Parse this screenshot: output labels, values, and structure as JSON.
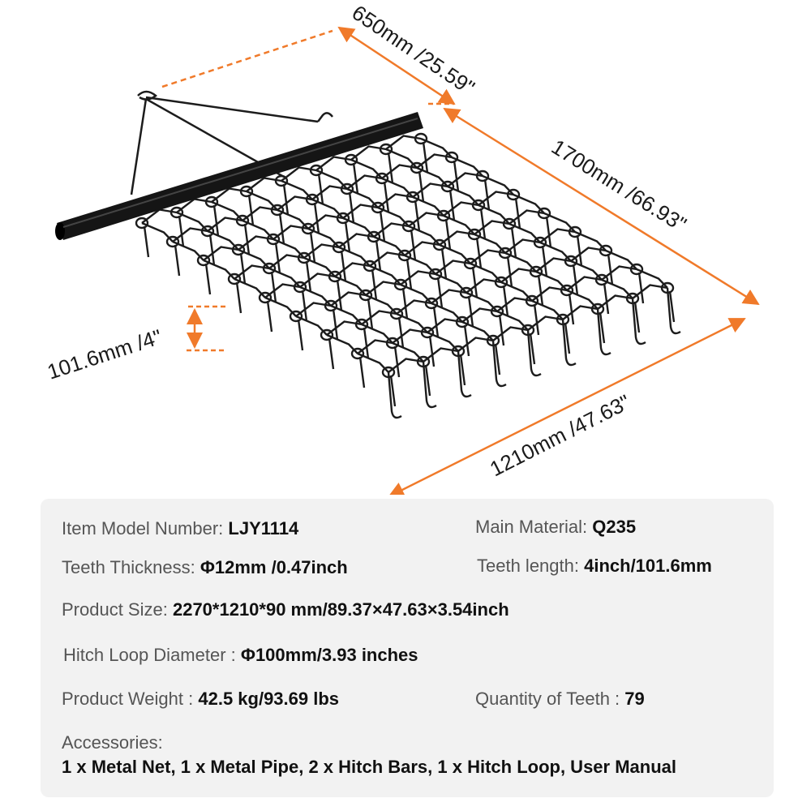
{
  "dimensions": {
    "width": "650mm /25.59\"",
    "length": "1700mm /66.93\"",
    "tooth": "101.6mm /4\"",
    "depth": "1210mm /47.63\""
  },
  "specs": {
    "model": {
      "label": "Item Model Number:",
      "value": "LJY1114"
    },
    "material": {
      "label": "Main Material:",
      "value": "Q235"
    },
    "thickness": {
      "label": "Teeth Thickness:",
      "value": "Φ12mm /0.47inch"
    },
    "length": {
      "label": "Teeth length:",
      "value": "4inch/101.6mm"
    },
    "size": {
      "label": "Product Size:",
      "value": "2270*1210*90 mm/89.37×47.63×3.54inch"
    },
    "hitch": {
      "label": "Hitch Loop Diameter :",
      "value": "Φ100mm/3.93 inches"
    },
    "weight": {
      "label": "Product Weight :",
      "value": "42.5  kg/93.69 lbs"
    },
    "teeth": {
      "label": "Quantity of Teeth :",
      "value": "79"
    },
    "accessories": {
      "label": "Accessories:",
      "value": "1 x Metal Net, 1 x Metal Pipe, 2 x Hitch Bars, 1 x Hitch Loop, User Manual"
    }
  },
  "colors": {
    "accent": "#f07a2a",
    "metal": "#1c1c1c",
    "panel": "#f2f2f2"
  }
}
